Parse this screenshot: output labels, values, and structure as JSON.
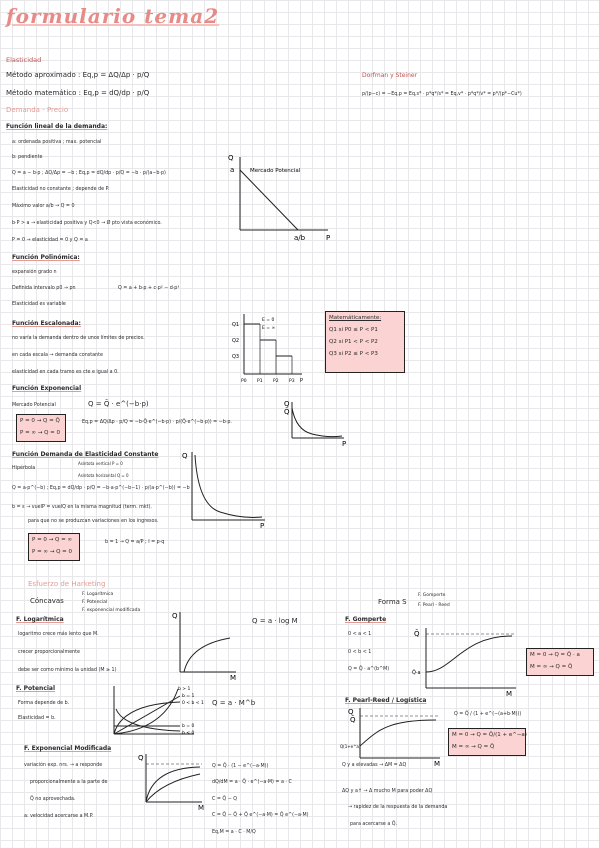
{
  "title": "formulario tema2",
  "elasticidad": {
    "heading": "Elasticidad",
    "metodo_aprox": "Método aproximado : Eq,p = ΔQ/Δp · p/Q",
    "metodo_mat": "Método matemático : Eq,p = dQ/dp · p/Q",
    "demanda_precio": "Demanda - Precio"
  },
  "dorfman": {
    "heading": "Dorfman y Steiner",
    "formula": "p/(p−c) = −Eq,p = Eq,s* · p*q*/s* = Eq,v* · p*q*/v* = p*/(p*−Cu*)"
  },
  "lineal": {
    "heading": "Función lineal de la demanda:",
    "items": [
      "a: ordenada positiva ; max. potencial",
      "b: pendiente",
      "Q = a − b·p ; ΔQ/Δp = −b ; Eq,p = dQ/dp · p/Q = −b · p/(a−b·p)",
      "Elasticidad no constante ; depende de P.",
      "Máximo valor a/b → Q = 0",
      "b·P > a → elasticidad positiva y Q<0 → Ø pto vista económico.",
      "P = 0 → elasticidad = 0 y Q = a"
    ],
    "graph": {
      "y_label": "Q",
      "a_label": "a",
      "x_label": "P",
      "end_label": "a/b",
      "note": "Mercado Potencial"
    }
  },
  "polinomica": {
    "heading": "Función Polinómica:",
    "items": [
      "expansión grado n",
      "Definida intervalo p0 → pn",
      "Elasticidad es variable"
    ],
    "formula": "Q = a + b·p + c·p² − d·p³"
  },
  "escalonada": {
    "heading": "Función Escalonada:",
    "items": [
      "no varía la demanda dentro de unos límites de precios.",
      "en cada escala → demanda constante",
      "elasticidad en cada tramo es cte e igual a 0."
    ],
    "graph": {
      "y_labels": [
        "Q1",
        "Q2",
        "Q3"
      ],
      "x_labels": [
        "P0",
        "P1",
        "P2",
        "P3",
        "P"
      ],
      "e_labels": [
        "E = 0",
        "E = ∞"
      ]
    },
    "box": {
      "heading": "Matemáticamente:",
      "lines": [
        "Q1 si P0 ≤ P < P1",
        "Q2 si P1 < P < P2",
        "Q3 si P2 ≤ P < P3"
      ]
    }
  },
  "exponencial": {
    "heading": "Función Exponencial",
    "item": "Mercado Potencial",
    "formula": "Q = Q̄ · e^(−b·p)",
    "elasticity": "Eq,p = ΔQ/Δp · p/Q = −b·Q̄·e^(−b·p) · p/(Q̄·e^(−b·p)) = −b·p.",
    "box_lines": [
      "P = 0 → Q = Q̄",
      "P = ∞ → Q = 0"
    ],
    "graph": {
      "y_label": "Q",
      "q_label": "Q̄",
      "x_label": "P"
    }
  },
  "constante": {
    "heading": "Función Demanda de Elasticidad Constante",
    "hyperbola": "Hipérbola",
    "asintota_v": "Asíntota vertical P = 0",
    "asintota_h": "Asíntota horizontal Q = 0",
    "formula": "Q = a·p^(−b) ; Eq,p = dQ/dp · p/Q = −b·a·p^(−b−1) · p/(a·p^(−b)) = −b",
    "item_b": "b = ε → vuelP = vuelQ en la misma magnitud (term. mkt).",
    "item_b2": "para que no se produzcan variaciones en los ingresos.",
    "box_lines": [
      "P = 0 → Q = ∞",
      "P = ∞ → Q = 0"
    ],
    "b1": "b = 1 → Q = a/P ; I = p·q",
    "graph": {
      "y_label": "Q",
      "x_label": "P"
    }
  },
  "harketing": {
    "heading": "Esfuerzo de Harketing",
    "concavas": "Cóncavas",
    "concavas_items": [
      "F. Logarítmica",
      "F. Potencial",
      "F. exponencial modificada"
    ],
    "forma_s": "Forma S",
    "forma_s_items": [
      "F. Gomperte",
      "F. Pearl - Reed"
    ]
  },
  "logaritmica": {
    "heading": "F. Logarítmica",
    "items": [
      "logaritmo crece más lento que M.",
      "crecer proporcionalmente",
      "debe ser como mínimo la unidad (M ≥ 1)"
    ],
    "formula": "Q = a · log M",
    "graph": {
      "y_label": "Q",
      "x_label": "M"
    }
  },
  "potencial": {
    "heading": "F. Potencial",
    "items": [
      "Forma depende de b.",
      "Elasticidad = b."
    ],
    "formula": "Q = a · M^b",
    "graph": {
      "b_labels": [
        "b > 1",
        "b = 1",
        "0 < b < 1",
        "b = 0",
        "b < 0"
      ]
    }
  },
  "gomperte": {
    "heading": "F. Gomperte",
    "items": [
      "0 < a < 1",
      "0 < b < 1",
      "Q = Q̄ · a^(b^M)"
    ],
    "box_lines": [
      "M = 0 → Q = Q̄ · a",
      "M = ∞ → Q = Q̄"
    ],
    "graph": {
      "y_label": "Q",
      "q_label": "Q̄",
      "q_a_label": "Q̄·a",
      "x_label": "M"
    }
  },
  "pearl": {
    "heading": "F. Pearl-Reed / Logística",
    "formula": "Q = Q̄ / (1 + e^(−(a+b·M)))",
    "box_lines": [
      "M = 0 → Q = Q̄/(1 + e^−a)",
      "M = ∞ → Q = Q̄"
    ],
    "graph": {
      "y_label": "Q",
      "q_label": "Q̄",
      "q0_label": "Q(1+e^a)",
      "x_label": "M"
    }
  },
  "modificada": {
    "heading": "F. Exponencial Modificada",
    "items": [
      "variación exp. nrs. → a responde",
      "proporcionalmente a la parte de",
      "Q̄ no aprovechada.",
      "a: velocidad acercarse a M.P."
    ],
    "formulas": [
      "Q = Q̄ · (1 − e^(−a·M))",
      "dQ/dM = a · Q̄ · e^(−a·M) = a · C",
      "C = Q̄ − Q",
      "C = Q̄ − Q̄ + Q̄ e^(−a·M) = Q̄ e^(−a·M)",
      "Eq,M = a · C · M/Q"
    ],
    "notes": [
      "Q y a elevadas → ΔM = ΔQ",
      "ΔQ y a↑ → Δ mucho M para poder ΔQ",
      "→ rapidez de la respuesta de la demanda",
      "para acercarse a Q̄."
    ],
    "graph": {
      "y_label": "Q",
      "x_label": "M"
    }
  }
}
